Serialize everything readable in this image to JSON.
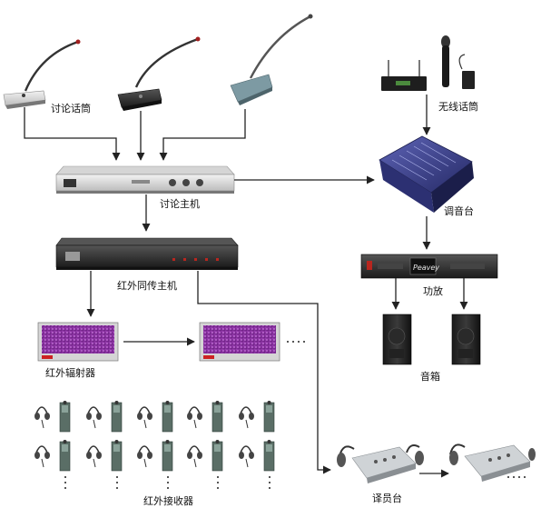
{
  "labels": {
    "discussion_mic": "讨论话筒",
    "wireless_mic": "无线话筒",
    "discussion_host": "讨论主机",
    "mixer": "调音台",
    "ir_host": "红外同传主机",
    "amplifier": "功放",
    "ir_radiator": "红外辐射器",
    "speaker": "音箱",
    "interpreter_desk": "译员台",
    "ir_receiver": "红外接收器"
  },
  "brand_text": {
    "amplifier_logo": "Peavey"
  },
  "colors": {
    "arrow": "#222222",
    "radiator_panel": "#8a2b9e",
    "device_dark": "#2e2e2e",
    "device_light": "#d8d8d8",
    "mixer_blue": "#3a3f8f",
    "receiver_green": "#5a6e66"
  }
}
